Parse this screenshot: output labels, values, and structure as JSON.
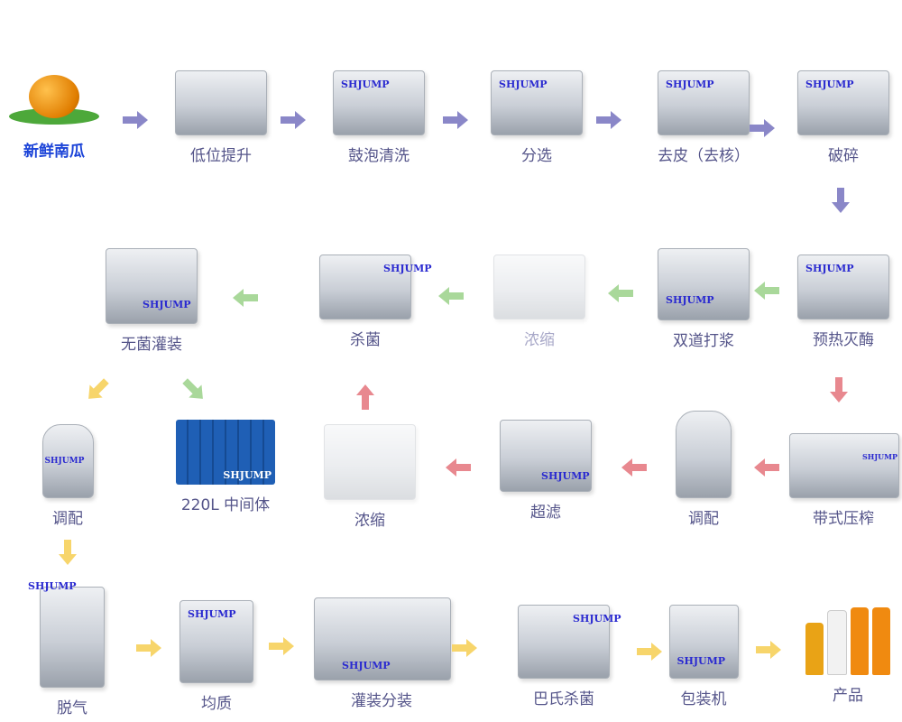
{
  "brand_logo": "SHJUMP",
  "colors": {
    "purple": "#8a87c8",
    "green": "#a9d89a",
    "pink": "#e8888f",
    "yellow": "#f7d56b",
    "label": "#55558a",
    "start_label": "#1c44d8"
  },
  "row1": [
    {
      "label": "新鲜南瓜"
    },
    {
      "label": "低位提升"
    },
    {
      "label": "鼓泡清洗"
    },
    {
      "label": "分选"
    },
    {
      "label": "去皮（去核）"
    },
    {
      "label": "破碎"
    }
  ],
  "row2": [
    {
      "label": "无菌灌装"
    },
    {
      "label": "杀菌"
    },
    {
      "label": "浓缩"
    },
    {
      "label": "双道打浆"
    },
    {
      "label": "预热灭酶"
    }
  ],
  "row3": [
    {
      "label": "调配"
    },
    {
      "label": "220L 中间体"
    },
    {
      "label": "浓缩"
    },
    {
      "label": "超滤"
    },
    {
      "label": "调配"
    },
    {
      "label": "带式压榨"
    }
  ],
  "row4": [
    {
      "label": "脱气"
    },
    {
      "label": "均质"
    },
    {
      "label": "灌装分装"
    },
    {
      "label": "巴氏杀菌"
    },
    {
      "label": "包装机"
    },
    {
      "label": "产品"
    }
  ]
}
